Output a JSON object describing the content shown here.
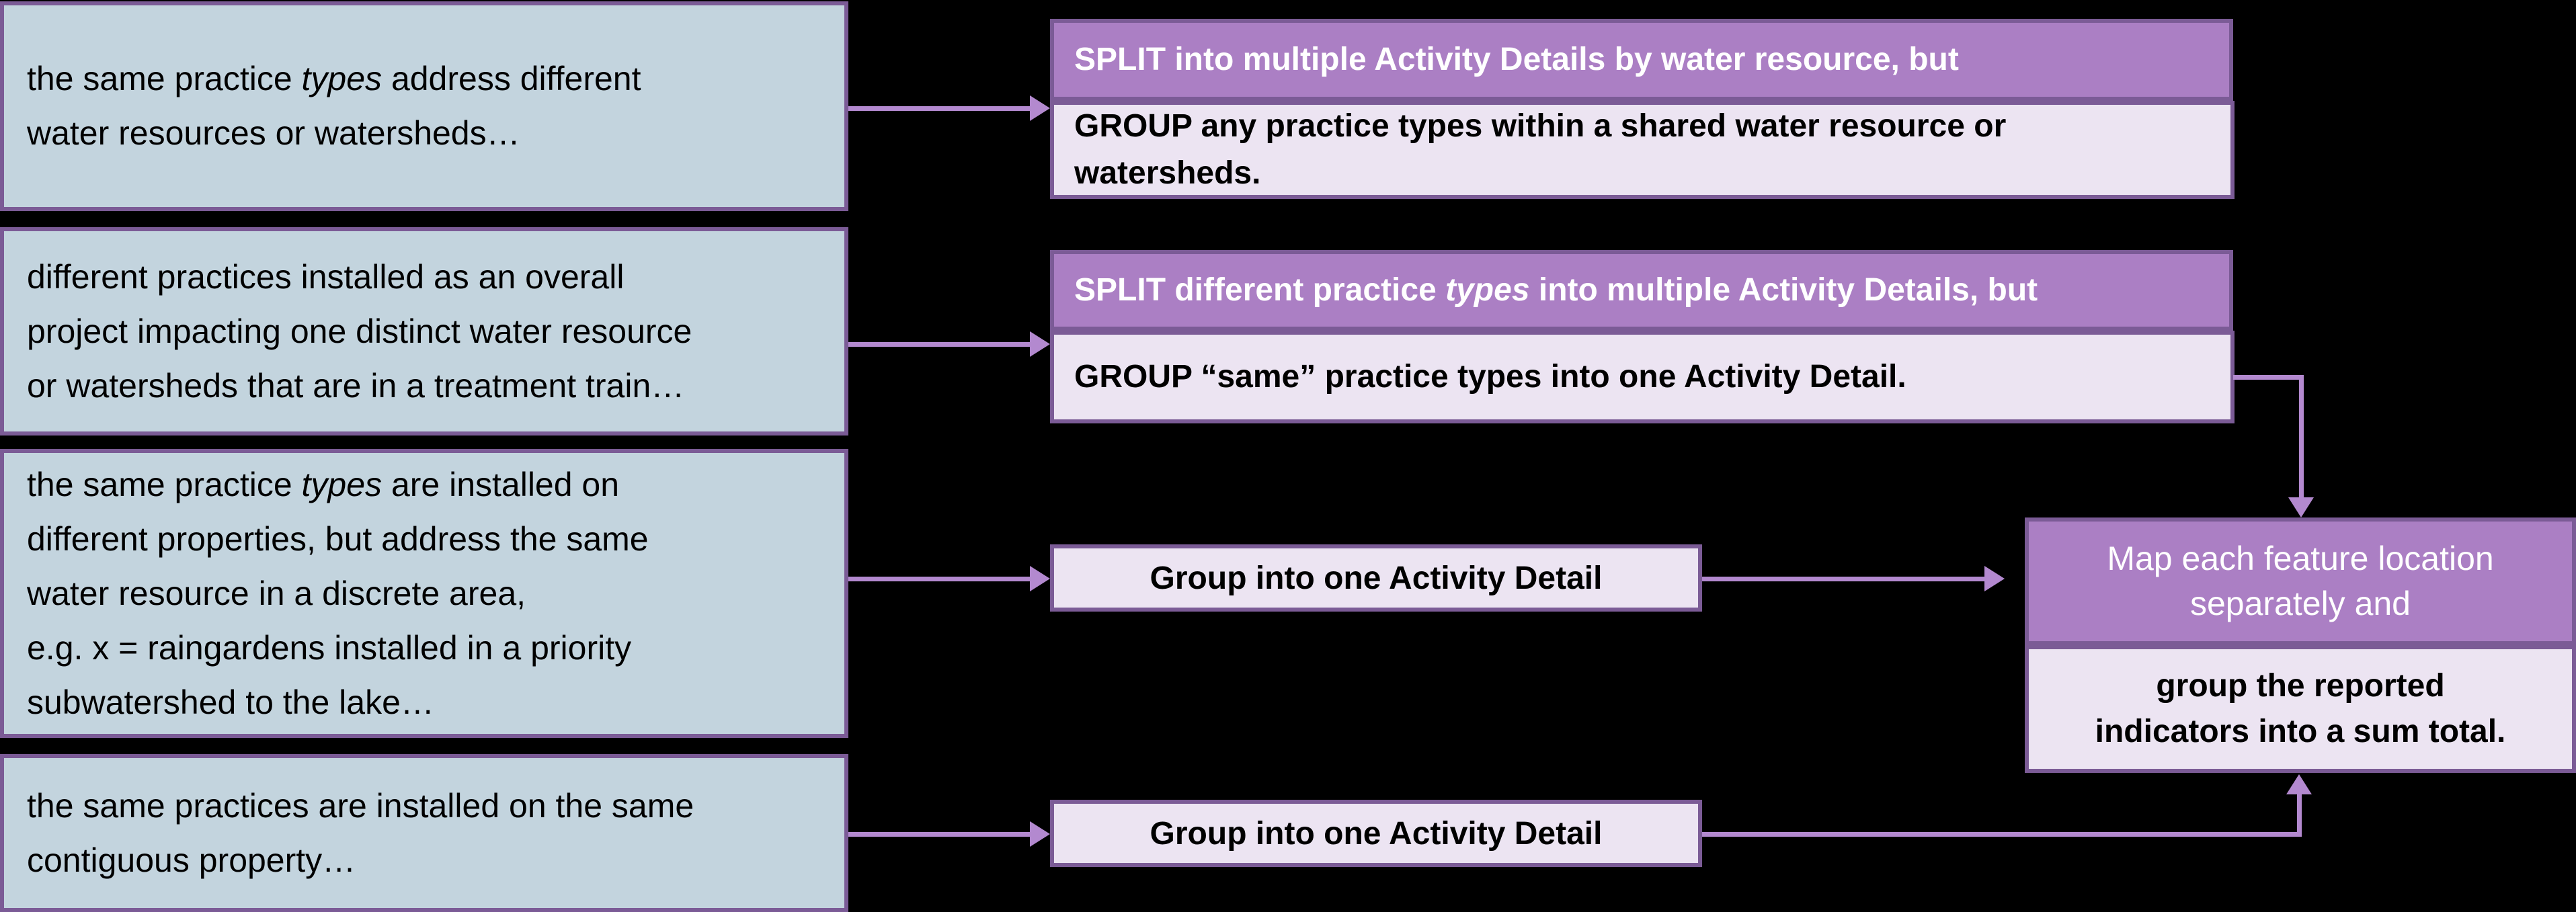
{
  "diagram": {
    "title": "Activity Detail splitting and grouping decision flow",
    "colors": {
      "background": "#000000",
      "condition_fill": "#c3d4de",
      "split_fill": "#ab7fc4",
      "group_fill": "#ece4f2",
      "border": "#7b5b96",
      "connector": "#b389cf"
    },
    "conditions": [
      {
        "id": "cond-1",
        "text": "the same practice types address different\nwater resources or watersheds…",
        "line1_a": "the same practice ",
        "line1_em": "types",
        "line1_b": " address different",
        "line2": "water resources or watersheds…"
      },
      {
        "id": "cond-2",
        "text": "different practices installed as an overall\nproject impacting one distinct water resource\nor watersheds that are in a treatment train…",
        "line1": "different practices installed as an overall",
        "line2": "project impacting one distinct water resource",
        "line3": "or watersheds that are in a treatment train…"
      },
      {
        "id": "cond-3",
        "text": "the same practice types are installed on\ndifferent properties, but address the same\nwater resource in a discrete area,\ne.g. x = raingardens installed in a priority\nsubwatershed to the lake…",
        "line1_a": "the same practice ",
        "line1_em": "types",
        "line1_b": " are installed on",
        "line2": "different properties, but address the same",
        "line3": "water resource in a discrete area,",
        "line4": "e.g. x = raingardens installed in a priority",
        "line5": "subwatershed to the lake…"
      },
      {
        "id": "cond-4",
        "text": "the same practices are installed on the same\ncontiguous property…",
        "line1": "the same practices are installed on the same",
        "line2": "contiguous property…"
      }
    ],
    "actions": [
      {
        "id": "action-1",
        "split_label": "SPLIT into multiple Activity Details by water resource, but",
        "group_label": "GROUP any practice types within a shared water resource or\nwatersheds."
      },
      {
        "id": "action-2",
        "split_a": "SPLIT different practice ",
        "split_em": "types",
        "split_b": " into multiple Activity Details, but",
        "split_label": "SPLIT different practice types into multiple Activity Details, but",
        "group_label": "GROUP “same” practice types into one Activity Detail."
      },
      {
        "id": "action-3",
        "label": "Group into one Activity Detail"
      },
      {
        "id": "action-4",
        "label": "Group into one Activity Detail"
      }
    ],
    "outcome": {
      "id": "outcome-map",
      "top_label": "Map each feature location\nseparately and",
      "bottom_label": "group the reported\nindicators into a sum total."
    },
    "connectors": [
      {
        "id": "arrow-cond1-to-action1",
        "from": "cond-1",
        "to": "action-1",
        "direction": "right"
      },
      {
        "id": "arrow-cond2-to-action2",
        "from": "cond-2",
        "to": "action-2",
        "direction": "right"
      },
      {
        "id": "arrow-cond3-to-action3",
        "from": "cond-3",
        "to": "action-3",
        "direction": "right"
      },
      {
        "id": "arrow-cond4-to-action4",
        "from": "cond-4",
        "to": "action-4",
        "direction": "right"
      },
      {
        "id": "arrow-action2-to-outcome",
        "from": "action-2",
        "to": "outcome-map",
        "direction": "down"
      },
      {
        "id": "arrow-action3-to-outcome",
        "from": "action-3",
        "to": "outcome-map",
        "direction": "right"
      },
      {
        "id": "arrow-action4-to-outcome",
        "from": "action-4",
        "to": "outcome-map",
        "direction": "up"
      }
    ]
  }
}
